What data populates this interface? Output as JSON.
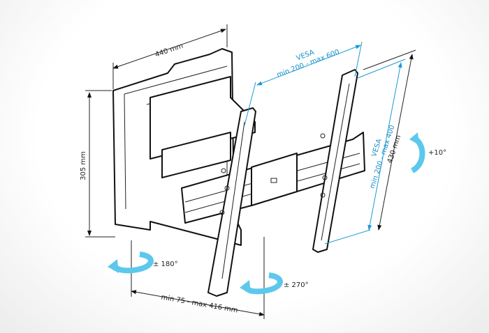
{
  "labels": {
    "width": "440 mm",
    "height": "305 mm",
    "vesa_h_title": "VESA",
    "vesa_h_range": "min 200 - max 600",
    "vesa_v_title": "VESA",
    "vesa_v_range": "min 200 - max 400",
    "bracket_height": "430 mm",
    "tilt": "+10°",
    "swivel_wall": "± 180°",
    "swivel_tv": "± 270°",
    "extension": "min 75 - max 416 mm"
  },
  "colors": {
    "accent": "#1a9ad6",
    "arrow": "#5cc8ec",
    "line": "#111111"
  }
}
